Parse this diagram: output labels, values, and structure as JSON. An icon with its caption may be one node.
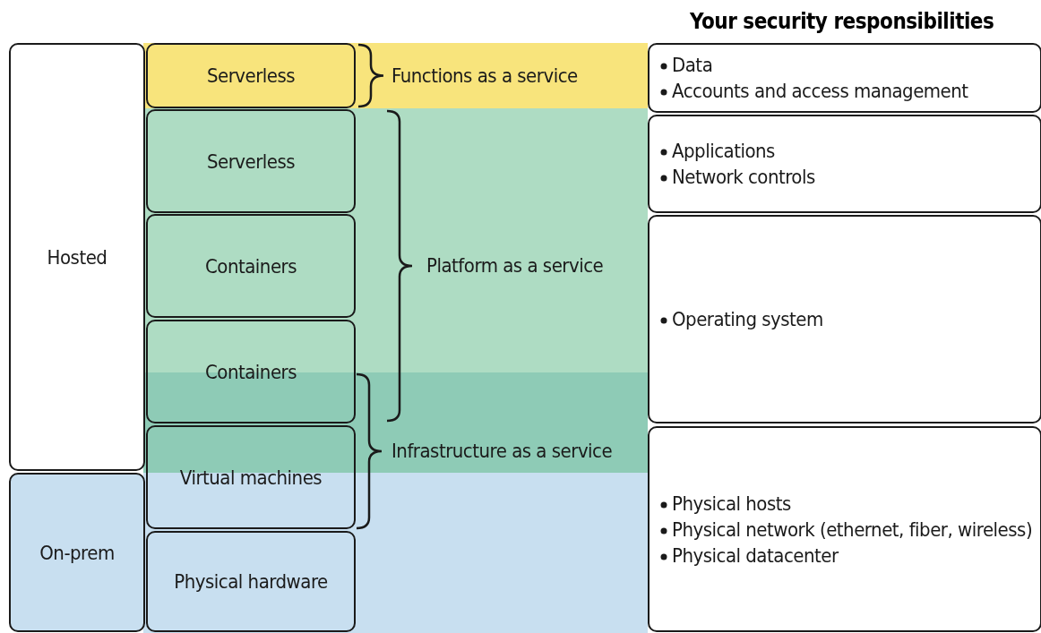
{
  "diagram": {
    "title": "Your security responsibilities",
    "nodes": [
      {
        "text": [
          "Hosted"
        ]
      },
      {
        "text": [
          "On-prem"
        ]
      },
      {
        "text": [
          "Serverless"
        ]
      },
      {
        "text": [
          "Serverless"
        ]
      },
      {
        "text": [
          "Containers"
        ]
      },
      {
        "text": [
          "Containers"
        ]
      },
      {
        "text": [
          "Virtual machines"
        ]
      },
      {
        "text": [
          "Physical hardware"
        ]
      },
      {
        "text": [
          "Data",
          "Accounts and access management"
        ]
      },
      {
        "text": [
          "Applications",
          "Network controls"
        ]
      },
      {
        "text": [
          "Operating system"
        ]
      },
      {
        "text": [
          "Physical hosts",
          "Physical network (ethernet, fiber, wireless)",
          "Physical datacenter"
        ]
      }
    ],
    "edges": [],
    "labels": [
      "Functions as a service",
      "Platform as a service",
      "Infrastructure as a service"
    ]
  }
}
